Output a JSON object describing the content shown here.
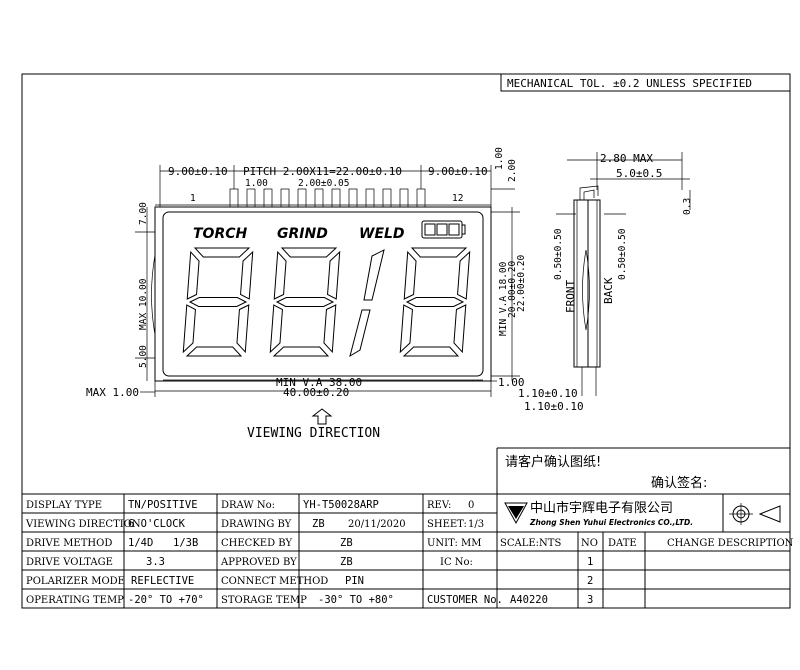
{
  "header": {
    "tolerance_note": "MECHANICAL TOL. ±0.2 UNLESS SPECIFIED"
  },
  "front_view": {
    "dims": {
      "left_pitch": "9.00±0.10",
      "pitch": "PITCH 2.00X11=22.00±0.10",
      "right_pitch": "9.00±0.10",
      "pin_w": "1.00",
      "pin_gap": "2.00±0.05",
      "top_right_a": "1.00",
      "top_right_b": "2.00",
      "pin_first": "1",
      "pin_last": "12",
      "left_top": "7.00",
      "left_max": "MAX 10.00",
      "left_bot": "5.00",
      "bottom_va": "MIN V.A 38.00",
      "bottom_total": "40.00±0.20",
      "bottom_right": "1.00",
      "left_max1": "MAX 1.00",
      "right_va": "MIN V.A 18.00",
      "right_a": "20.00±0.20",
      "right_b": "22.00±0.20"
    },
    "labels": {
      "torch": "TORCH",
      "grind": "GRIND",
      "weld": "WELD"
    },
    "viewing_direction": "VIEWING DIRECTION"
  },
  "side_view": {
    "dims": {
      "max": "2.80 MAX",
      "top": "5.0±0.5",
      "gap": "0.3",
      "front_thk": "0.50±0.50",
      "back_thk": "0.50±0.50",
      "bot1": "1.10±0.10",
      "bot2": "1.10±0.10"
    },
    "front": "FRONT",
    "back": "BACK"
  },
  "confirm": {
    "line1": "请客户确认图纸!",
    "line2": "确认签名:"
  },
  "title_block": {
    "rows": [
      {
        "k1": "DISPLAY TYPE",
        "v1": "TN/POSITIVE",
        "k2": "DRAW No:",
        "v2": "YH-T50028ARP",
        "k3": "REV:",
        "v3": "0"
      },
      {
        "k1": "VIEWING DIRECTION",
        "v1": "6 O'CLOCK",
        "k2": "DRAWING BY",
        "v2a": "ZB",
        "v2b": "20/11/2020",
        "k3": "SHEET:",
        "v3": "1/3"
      },
      {
        "k1": "DRIVE METHOD",
        "v1a": "1/4D",
        "v1b": "1/3B",
        "k2": "CHECKED BY",
        "v2": "ZB",
        "k3": "UNIT: MM",
        "v3": "SCALE:NTS"
      },
      {
        "k1": "DRIVE VOLTAGE",
        "v1": "3.3",
        "k2": "APPROVED BY",
        "v2": "ZB",
        "k3": "IC No:",
        "v3": ""
      },
      {
        "k1": "POLARIZER MODE",
        "v1": "REFLECTIVE",
        "k2": "CONNECT METHOD",
        "v2": "PIN",
        "k3": "",
        "v3": ""
      },
      {
        "k1": "OPERATING TEMP",
        "v1": "-20° TO +70°",
        "k2": "STORAGE TEMP",
        "v2": "-30° TO +80°",
        "k3": "CUSTOMER No.",
        "v3": "A40220"
      }
    ],
    "company_cn": "中山市宇辉电子有限公司",
    "company_en": "Zhong Shen Yuhui Electronics CO.,LTD.",
    "rev_headers": {
      "no": "NO",
      "date": "DATE",
      "desc": "CHANGE DESCRIPTION"
    },
    "rev_rows": [
      "1",
      "2",
      "3"
    ]
  }
}
